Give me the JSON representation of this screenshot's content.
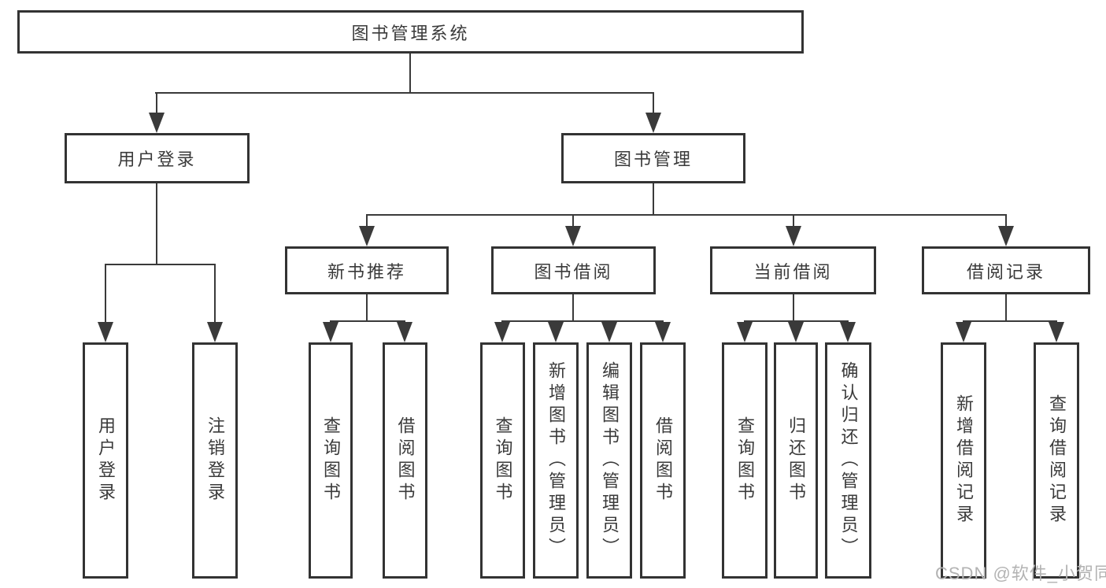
{
  "diagram": {
    "root": "图书管理系统",
    "level2": {
      "user_login": "用户登录",
      "book_mgmt": "图书管理"
    },
    "level3": {
      "new_book_rec": "新书推荐",
      "book_borrow": "图书借阅",
      "current_borrow": "当前借阅",
      "borrow_record": "借阅记录"
    },
    "leaves": {
      "user_login": "用户登录",
      "logout": "注销登录",
      "nb_query_book": "查询图书",
      "nb_borrow_book": "借阅图书",
      "bb_query_book": "查询图书",
      "bb_add_book": "新增图书（管理员）",
      "bb_edit_book": "编辑图书（管理员）",
      "bb_borrow_book": "借阅图书",
      "cb_query_book": "查询图书",
      "cb_return_book": "归还图书",
      "cb_confirm_return": "确认归还（管理员）",
      "br_add_record": "新增借阅记录",
      "br_query_record": "查询借阅记录"
    }
  },
  "watermark": "CSDN @软件_小贺同学",
  "colors": {
    "line": "#3a3a3a",
    "box_border": "#333333",
    "text": "#3a3a3a",
    "watermark": "#b3b3b3",
    "background": "#ffffff"
  }
}
